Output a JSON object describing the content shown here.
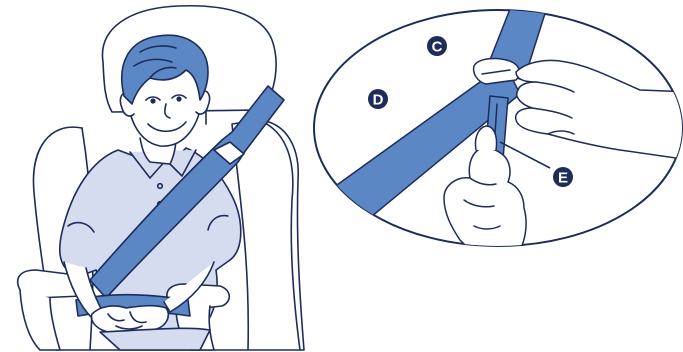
{
  "colors": {
    "outline": "#1d2c5a",
    "belt": "#5b87c5",
    "belt_dark": "#4a74b0",
    "shirt": "#d5dcf0",
    "skin": "#ffffff",
    "callout_fill": "#1d2c5a",
    "callout_text": "#ffffff",
    "background": "#ffffff"
  },
  "callouts": [
    {
      "id": "c",
      "label": "C"
    },
    {
      "id": "d",
      "label": "D"
    },
    {
      "id": "e",
      "label": "E"
    }
  ]
}
